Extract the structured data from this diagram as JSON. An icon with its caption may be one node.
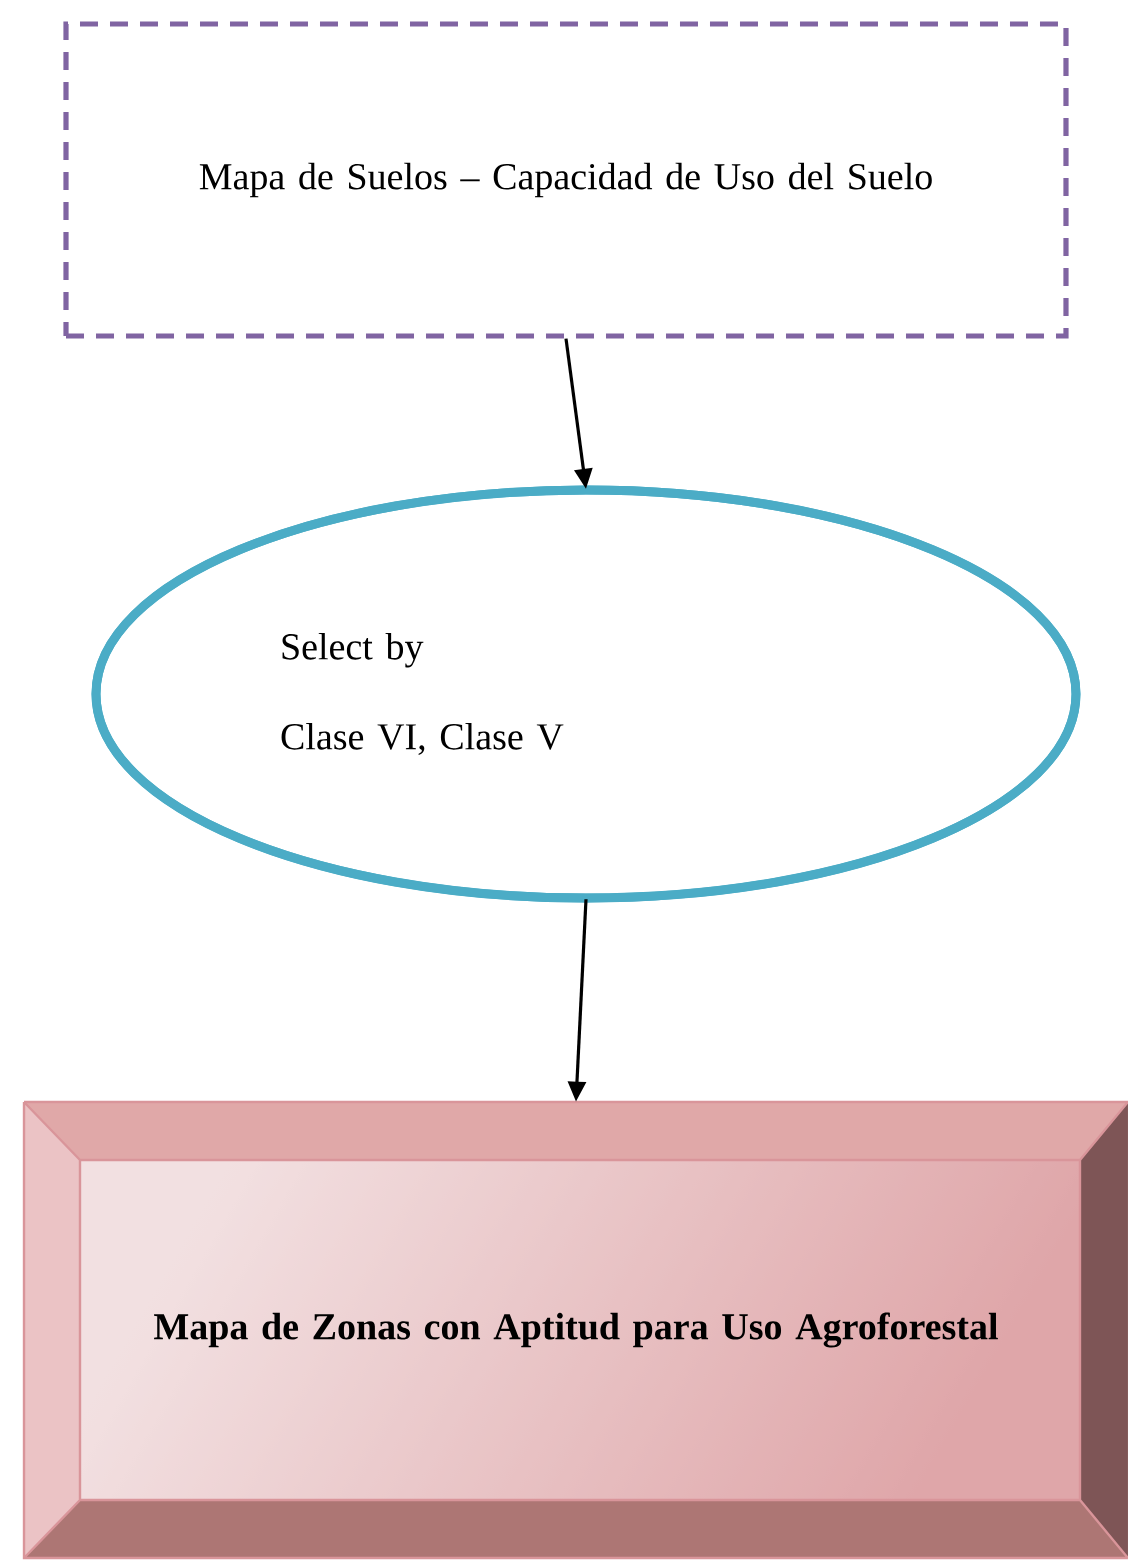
{
  "diagram": {
    "nodes": [
      {
        "text": [
          "Mapa de Suelos – Capacidad de Uso del Suelo"
        ]
      },
      {
        "text": [
          "Select by",
          "Clase VI, Clase V"
        ]
      },
      {
        "text": [
          "Mapa de Zonas con Aptitud para Uso Agroforestal"
        ]
      }
    ],
    "edges": [
      {
        "from": 0,
        "to": 1,
        "arrow": "to"
      },
      {
        "from": 1,
        "to": 2,
        "arrow": "to"
      }
    ]
  }
}
